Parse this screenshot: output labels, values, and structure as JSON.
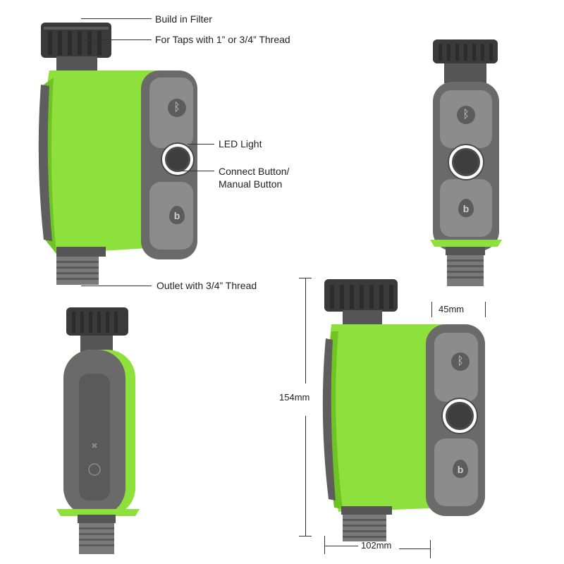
{
  "callouts": {
    "filter": "Build in Filter",
    "taps": "For Taps with 1”  or 3/4”  Thread",
    "led": "LED Light",
    "connect_line1": "Connect Button/",
    "connect_line2": "Manual Button",
    "outlet": "Outlet with 3/4”  Thread"
  },
  "dimensions": {
    "depth": "45mm",
    "height": "154mm",
    "width": "102mm"
  },
  "colors": {
    "body_green": "#8ee03c",
    "body_green_dark": "#6fc324",
    "panel_gray": "#6e6e6e",
    "panel_light": "#9a9a9a",
    "cap_dark": "#3a3a3a",
    "led_ring": "#ffffff"
  },
  "icons": [
    "bluetooth-icon",
    "water-drop-b-icon"
  ]
}
